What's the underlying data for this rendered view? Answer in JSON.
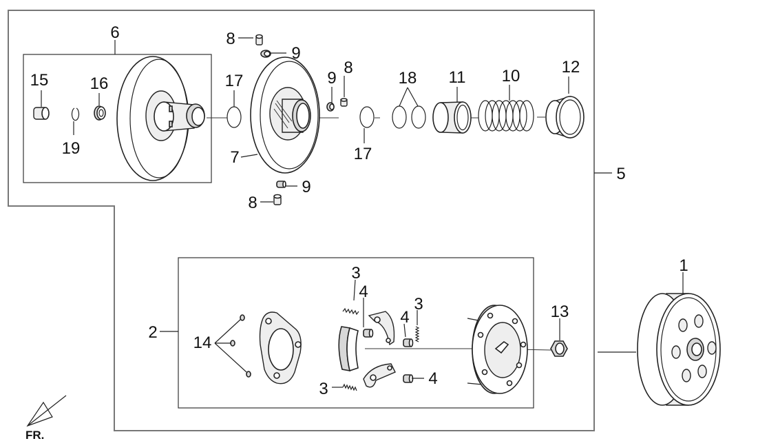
{
  "callouts": {
    "c1": "1",
    "c2": "2",
    "c3a": "3",
    "c3b": "3",
    "c3c": "3",
    "c4a": "4",
    "c4b": "4",
    "c4c": "4",
    "c5": "5",
    "c6": "6",
    "c7": "7",
    "c8a": "8",
    "c8b": "8",
    "c8c": "8",
    "c9a": "9",
    "c9b": "9",
    "c9c": "9",
    "c10": "10",
    "c11": "11",
    "c12": "12",
    "c13": "13",
    "c14": "14",
    "c15": "15",
    "c16": "16",
    "c17a": "17",
    "c17b": "17",
    "c18": "18",
    "c19": "19"
  },
  "orientation": {
    "label": "FR."
  }
}
